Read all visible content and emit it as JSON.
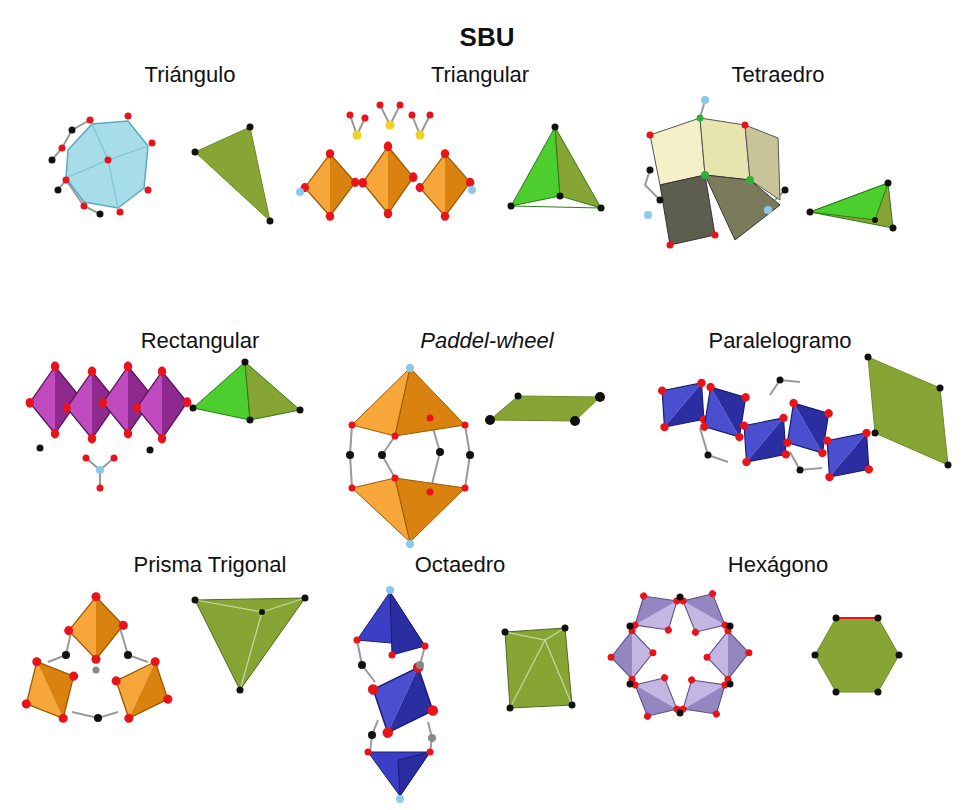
{
  "diagram": {
    "title": "SBU",
    "labels": [
      "Triángulo",
      "Triangular",
      "Tetraedro",
      "Rectangular",
      "Paddel-wheel",
      "Paralelogramo",
      "Prisma Trigonal",
      "Octaedro",
      "Hexágono"
    ]
  }
}
